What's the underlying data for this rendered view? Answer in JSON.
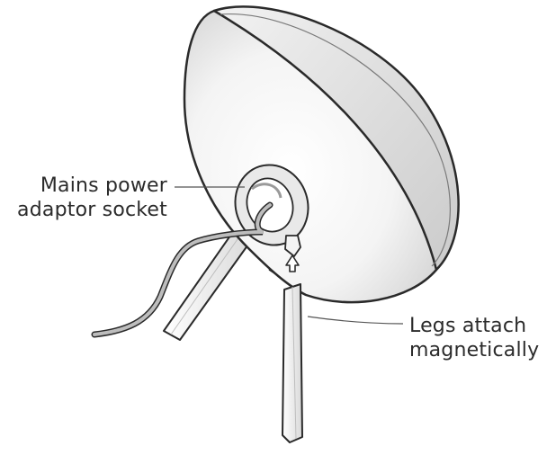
{
  "callouts": {
    "socket": {
      "line1": "Mains power",
      "line2": "adaptor socket"
    },
    "legs": {
      "line1": "Legs attach",
      "line2": "magnetically"
    }
  },
  "colors": {
    "outline": "#2a2a2a",
    "dish_shade": "#d8d8d8",
    "leader_line": "#555555",
    "text": "#2b2b2b"
  }
}
